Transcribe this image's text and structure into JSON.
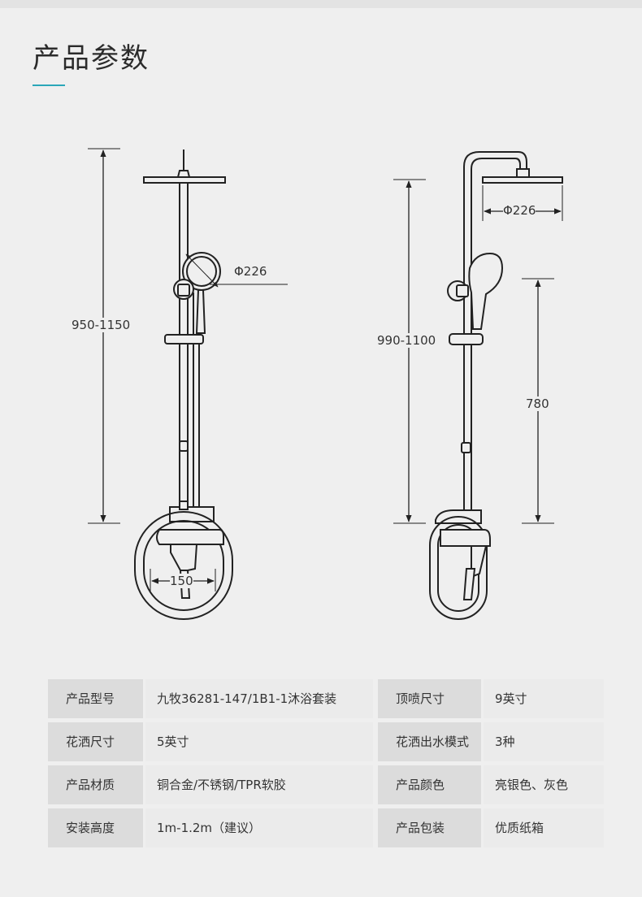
{
  "header": {
    "title": "产品参数"
  },
  "dimensions": {
    "left_height": "950-1150",
    "left_diameter": "Φ226",
    "left_width": "150",
    "right_height": "990-1100",
    "right_diameter": "Φ226",
    "right_handheld_height": "780"
  },
  "specs": [
    {
      "label1": "产品型号",
      "value1": "九牧36281-147/1B1-1沐浴套装",
      "label2": "顶喷尺寸",
      "value2": "9英寸"
    },
    {
      "label1": "花洒尺寸",
      "value1": "5英寸",
      "label2": "花洒出水模式",
      "value2": "3种"
    },
    {
      "label1": "产品材质",
      "value1": "铜合金/不锈钢/TPR软胶",
      "label2": "产品颜色",
      "value2": "亮银色、灰色"
    },
    {
      "label1": "安装高度",
      "value1": "1m-1.2m（建议）",
      "label2": "产品包装",
      "value2": "优质纸箱"
    }
  ]
}
